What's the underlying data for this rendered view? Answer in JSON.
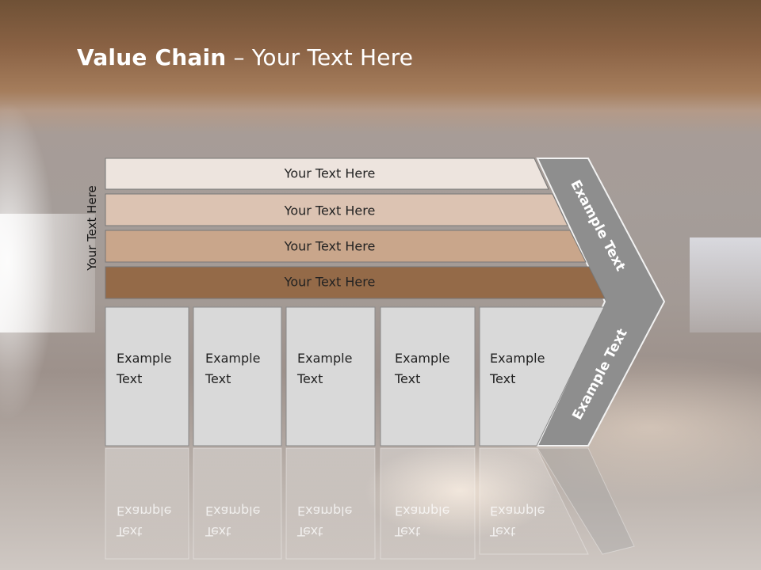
{
  "title": {
    "bold": "Value Chain",
    "rest": " – Your Text Here"
  },
  "side_label": "Your Text Here",
  "bars": [
    {
      "label": "Your Text Here",
      "color": "#ede4de"
    },
    {
      "label": "Your Text Here",
      "color": "#dcc3b2"
    },
    {
      "label": "Your Text Here",
      "color": "#c9a68b"
    },
    {
      "label": "Your Text Here",
      "color": "#946a48"
    }
  ],
  "boxes": [
    {
      "line1": "Example",
      "line2": "Text"
    },
    {
      "line1": "Example",
      "line2": "Text"
    },
    {
      "line1": "Example",
      "line2": "Text"
    },
    {
      "line1": "Example",
      "line2": "Text"
    },
    {
      "line1": "Example",
      "line2": "Text"
    }
  ],
  "chevron": {
    "top_label": "Example Text",
    "bottom_label": "Example Text",
    "color": "#8e8e8e"
  }
}
